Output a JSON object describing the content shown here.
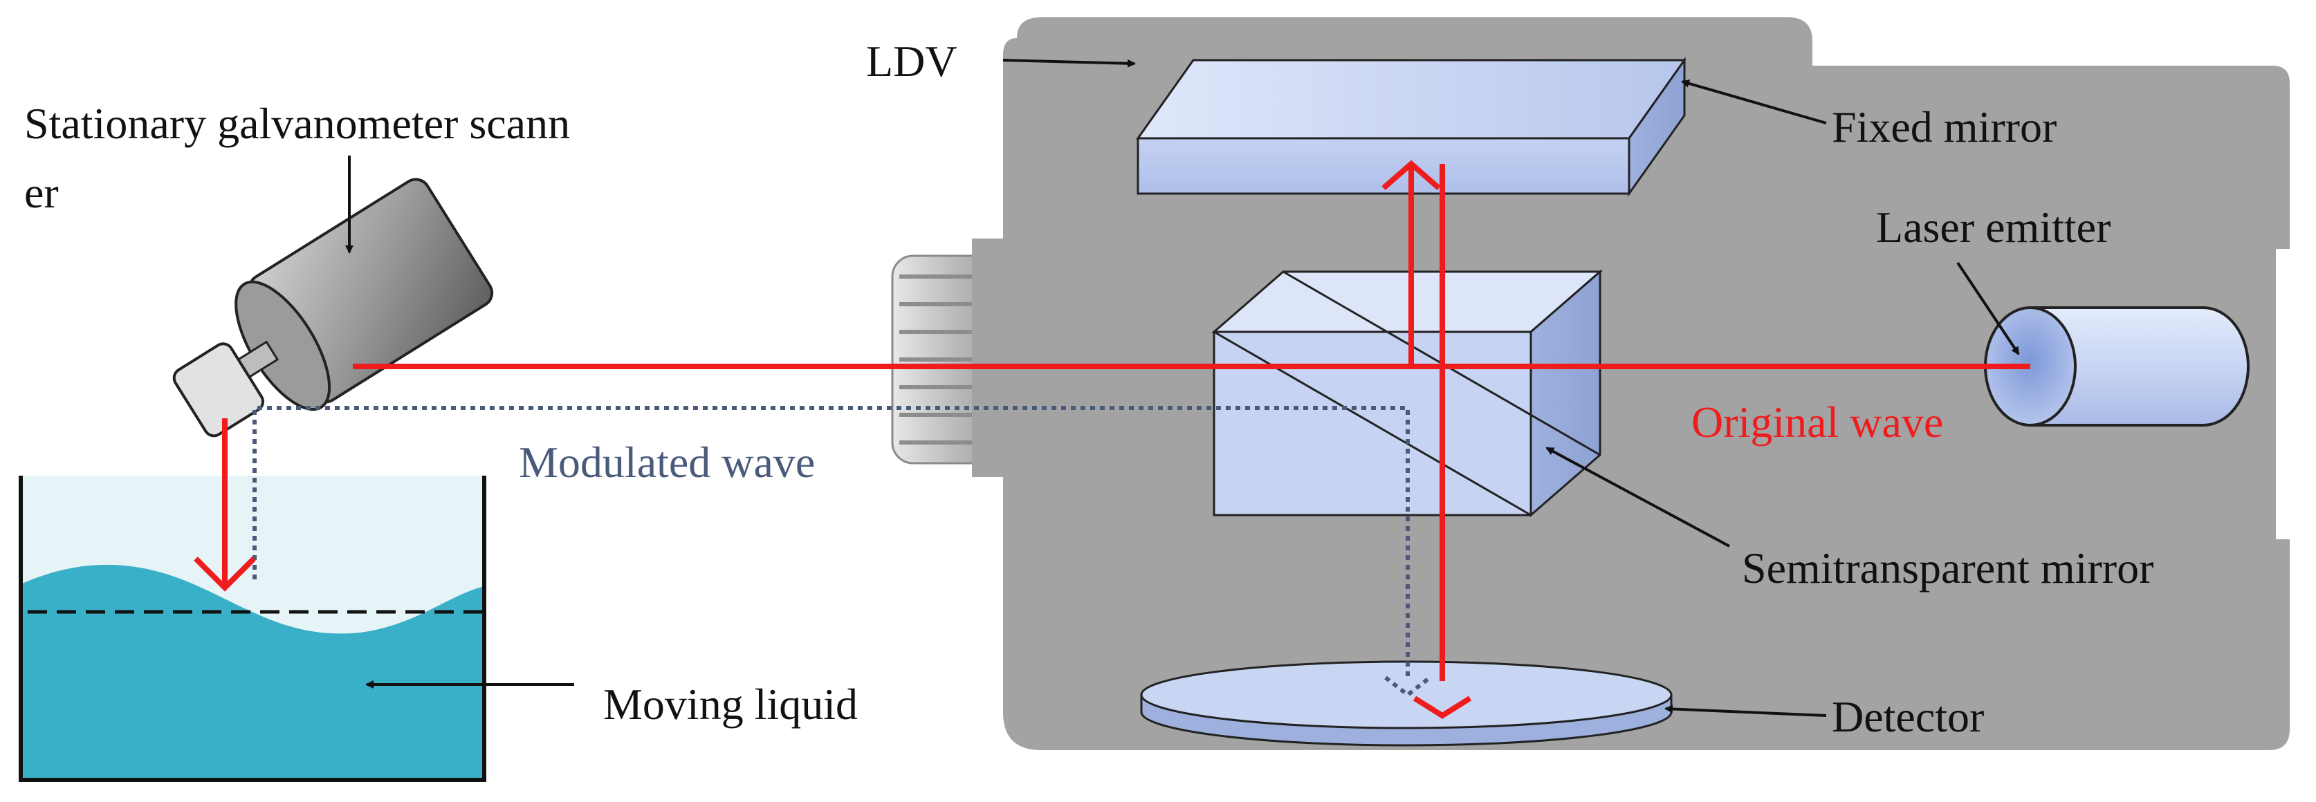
{
  "labels": {
    "ldv": "LDV",
    "scanner_line1": "Stationary galvanometer scann",
    "scanner_line2": "er",
    "fixed_mirror": "Fixed mirror",
    "laser_emitter": "Laser emitter",
    "original_wave": "Original wave",
    "modulated_wave": "Modulated wave",
    "semitransparent_mirror": "Semitransparent mirror",
    "moving_liquid": "Moving liquid",
    "detector": "Detector"
  },
  "colors": {
    "laser": "#ee1c1c",
    "modulated": "#4a5a7a",
    "housing": "#a3a3a3",
    "optic": "#c9d6f2",
    "liquid": "#3ab0c8",
    "tank_air": "#e6f4f8"
  }
}
